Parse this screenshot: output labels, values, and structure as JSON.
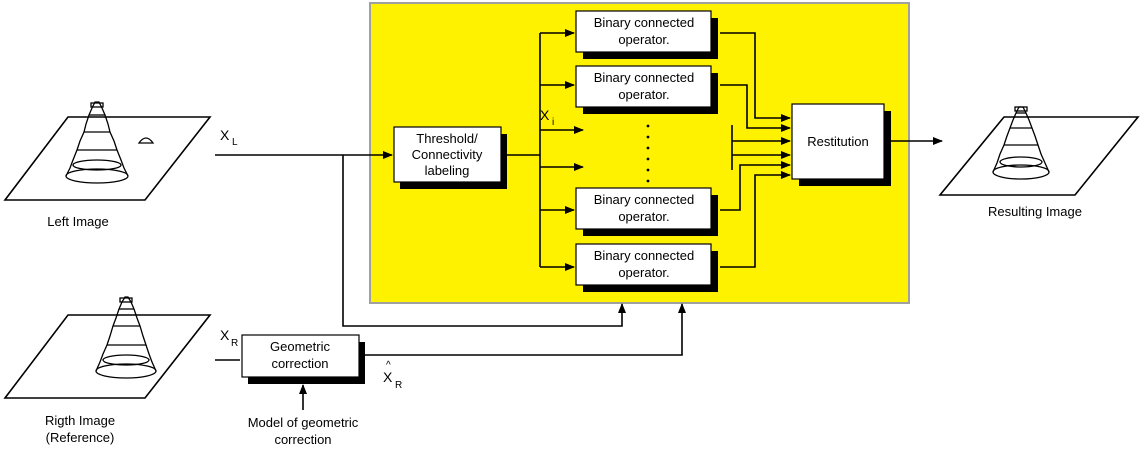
{
  "colors": {
    "panel_fill": "#fff200",
    "panel_border": "#a0a0a0",
    "block_fill": "#ffffff",
    "block_shadow": "#000000",
    "line": "#000000"
  },
  "images": {
    "left": "Left Image",
    "right_line1": "Rigth Image",
    "right_line2": "(Reference)",
    "result": "Resulting Image"
  },
  "signals": {
    "xl_main": "X",
    "xl_sub": "L",
    "xr_main": "X",
    "xr_sub": "R",
    "xrhat_main": "X",
    "xrhat_hat": "^",
    "xrhat_sub": "R",
    "xi_main": "X",
    "xi_sub": "i"
  },
  "blocks": {
    "threshold": [
      "Threshold/",
      "Connectivity",
      "labeling"
    ],
    "operator": [
      "Binary connected",
      "operator."
    ],
    "restitution": "Restitution",
    "geometric": [
      "Geometric",
      "correction"
    ]
  },
  "model_label": [
    "Model of geometric",
    "correction"
  ]
}
